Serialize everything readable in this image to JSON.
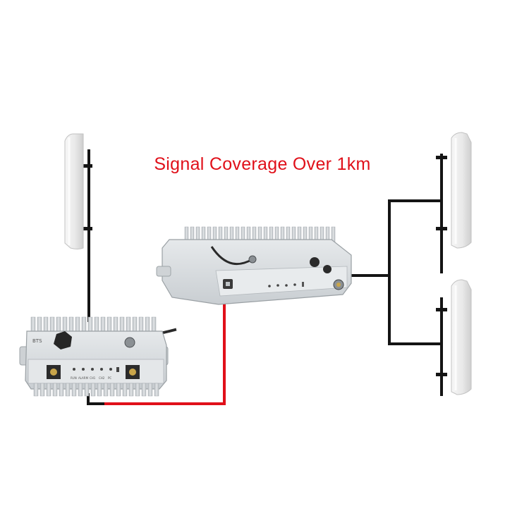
{
  "headline": "Signal Coverage Over 1km",
  "colors": {
    "headline": "#e0101a",
    "cable_black": "#141414",
    "cable_red": "#e0101a",
    "device_body": "#d7dbde",
    "device_fins": "#c3c8cc",
    "antenna_panel": "#ececec"
  },
  "devices": {
    "bts_unit": {
      "icon": "bts-repeater-icon",
      "label": "BTS",
      "port_labels": [
        "RUN",
        "ALARM",
        "CH1",
        "CH2",
        "PC"
      ]
    },
    "repeater_unit": {
      "icon": "outdoor-repeater-icon"
    }
  },
  "antennas": {
    "donor": {
      "icon": "panel-antenna-icon"
    },
    "service": [
      {
        "icon": "panel-antenna-icon"
      },
      {
        "icon": "panel-antenna-icon"
      }
    ]
  }
}
